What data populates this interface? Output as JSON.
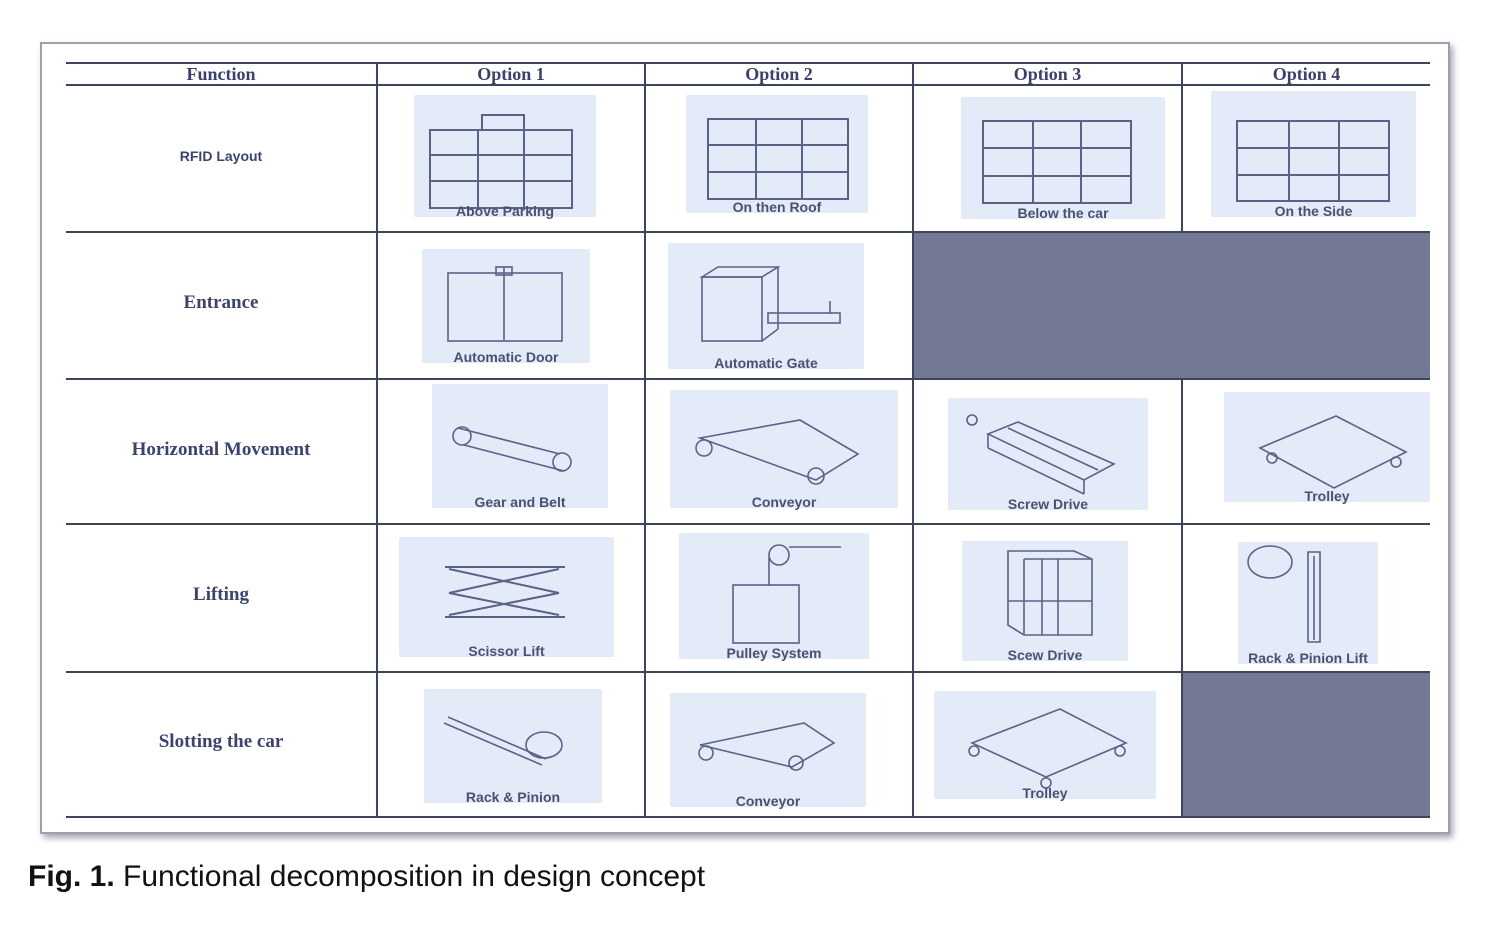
{
  "table": {
    "headers": [
      "Function",
      "Option 1",
      "Option 2",
      "Option 3",
      "Option 4"
    ],
    "rows": [
      {
        "function": "RFID Layout",
        "options": [
          "Above Parking",
          "On then Roof",
          "Below the car",
          "On the Side"
        ]
      },
      {
        "function": "Entrance",
        "options": [
          "Automatic Door",
          "Automatic Gate",
          "",
          ""
        ]
      },
      {
        "function": "Horizontal Movement",
        "options": [
          "Gear and Belt",
          "Conveyor",
          "Screw Drive",
          "Trolley"
        ]
      },
      {
        "function": "Lifting",
        "options": [
          "Scissor Lift",
          "Pulley System",
          "Scew Drive",
          "Rack & Pinion Lift"
        ]
      },
      {
        "function": "Slotting the car",
        "options": [
          "Rack & Pinion",
          "Conveyor",
          "Trolley",
          ""
        ]
      }
    ]
  },
  "figure": {
    "label": "Fig. 1.",
    "caption": "Functional decomposition in design concept"
  },
  "colors": {
    "line": "#3c4466",
    "empty_cell": "#737894",
    "sketch_bg": "#e4ebf8",
    "sketch_ink": "#5a6288"
  }
}
